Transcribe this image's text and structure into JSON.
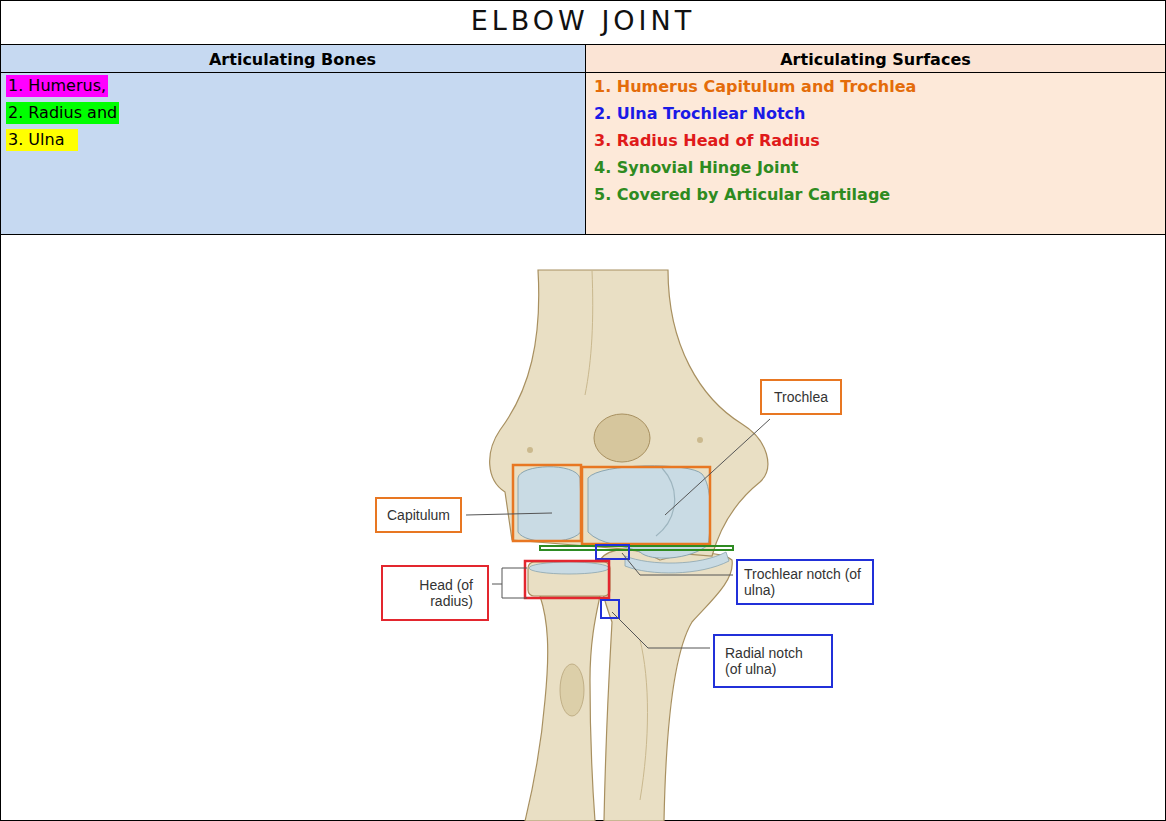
{
  "diagram": {
    "title": "ELBOW JOINT",
    "nodes": [
      {
        "text": [
          "Trochlea"
        ]
      },
      {
        "text": [
          "Capitulum"
        ]
      },
      {
        "text": [
          "Head (of radius)"
        ]
      },
      {
        "text": [
          "Trochlear notch (of ulna)"
        ]
      },
      {
        "text": [
          "Radial notch (of ulna)"
        ]
      }
    ],
    "labels": [
      "Articulating Bones",
      "Articulating Surfaces",
      "1. Humerus,",
      "2. Radius and",
      "3. Ulna",
      "1. Humerus Capitulum and Trochlea",
      "2. Ulna Trochlear Notch",
      "3. Radius Head of Radius",
      "4. Synovial Hinge Joint",
      "5. Covered by Articular Cartilage"
    ]
  }
}
